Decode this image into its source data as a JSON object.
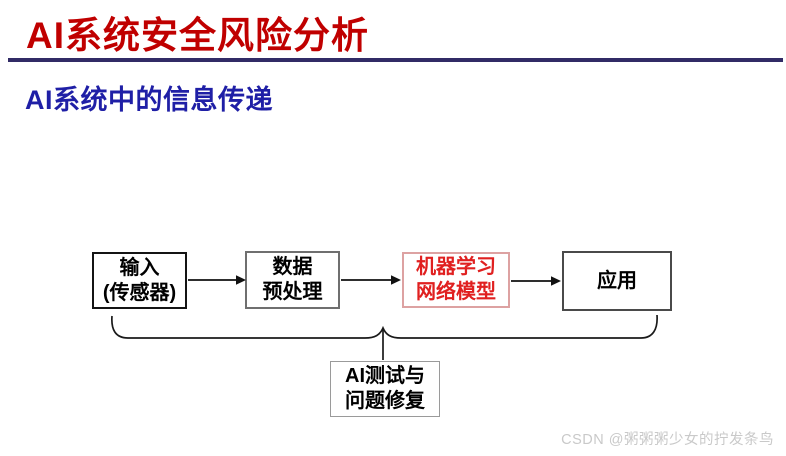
{
  "slide": {
    "title": "AI系统安全风险分析",
    "subtitle": "AI系统中的信息传递"
  },
  "colors": {
    "title_red": "#c00000",
    "subtitle_blue": "#1f1fa6",
    "divider_purple": "#312b66",
    "highlight_box_text": "#e02020",
    "highlight_box_border": "#dda2a2",
    "box_border_black": "#141414",
    "watermark_gray": "#c9c9c9"
  },
  "diagram": {
    "boxes": [
      {
        "name": "input-sensor",
        "line1": "输入",
        "line2": "(传感器)",
        "highlighted": false
      },
      {
        "name": "data-preprocessing",
        "line1": "数据",
        "line2": "预处理",
        "highlighted": false
      },
      {
        "name": "ml-network-model",
        "line1": "机器学习",
        "line2": "网络模型",
        "highlighted": true
      },
      {
        "name": "application",
        "line1": "应用",
        "line2": "",
        "highlighted": false
      }
    ],
    "brace_box": {
      "line1": "AI测试与",
      "line2": "问题修复"
    }
  },
  "watermark": {
    "text": "CSDN @粥粥粥少女的拧发条鸟"
  }
}
